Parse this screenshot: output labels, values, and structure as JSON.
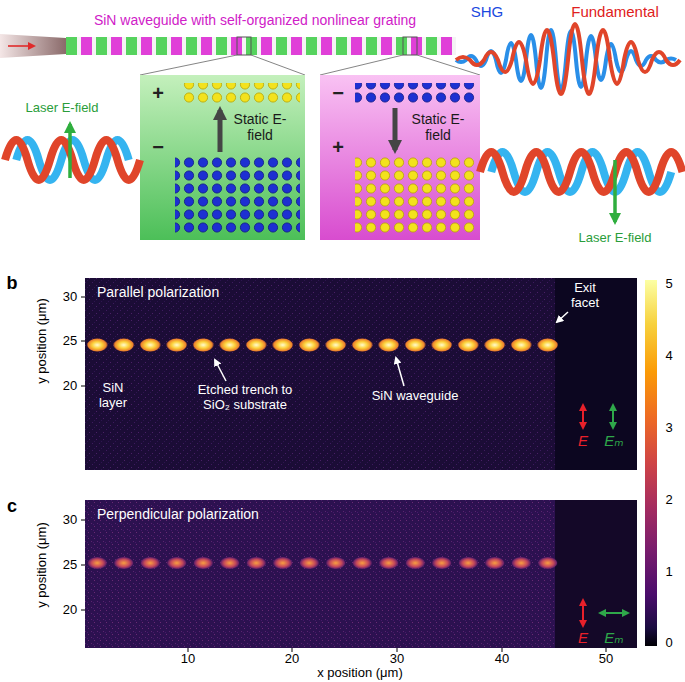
{
  "diagram": {
    "nodes": [
      {
        "text": [
          "+",
          "−",
          "Static E-field"
        ]
      },
      {
        "text": [
          "−",
          "+",
          "Static E-field"
        ]
      },
      {
        "text": [
          "Parallel polarization",
          "Exit facet",
          "SiN layer",
          "Etched trench to SiO₂ substrate",
          "SiN waveguide",
          "E",
          "Eₘ"
        ]
      },
      {
        "text": [
          "Perpendicular polarization",
          "E",
          "Eₘ"
        ]
      }
    ],
    "labels": [
      "SiN waveguide with self-organized nonlinear grating",
      "SHG",
      "Fundamental",
      "Laser E-field",
      "Laser E-field",
      "b",
      "c",
      "y position (μm)",
      "30",
      "25",
      "20",
      "y position (μm)",
      "30",
      "25",
      "20",
      "10",
      "20",
      "30",
      "40",
      "50",
      "x position (μm)",
      "5",
      "4",
      "3",
      "2",
      "1",
      "0"
    ]
  }
}
